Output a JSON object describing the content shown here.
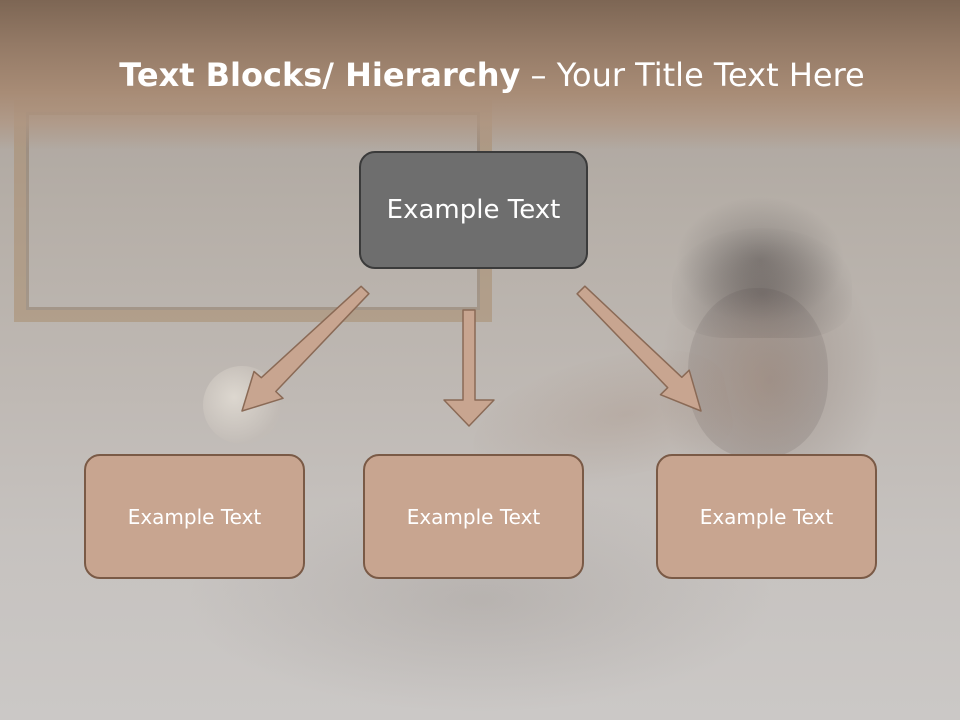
{
  "slide": {
    "title_bold": "Text Blocks/ Hierarchy",
    "title_dash": " – ",
    "title_rest": "Your Title Text Here"
  },
  "diagram": {
    "top_box": {
      "label": "Example Text"
    },
    "children": [
      {
        "label": "Example Text"
      },
      {
        "label": "Example Text"
      },
      {
        "label": "Example Text"
      }
    ]
  },
  "colors": {
    "header_band": "#a88c76",
    "top_box_fill": "#6e6e6e",
    "top_box_border": "#3b3b3b",
    "child_box_fill": "#c8a590",
    "child_box_border": "#7a5a46",
    "arrow_fill": "#c8a590",
    "arrow_border": "#8a6a56",
    "text": "#ffffff"
  }
}
